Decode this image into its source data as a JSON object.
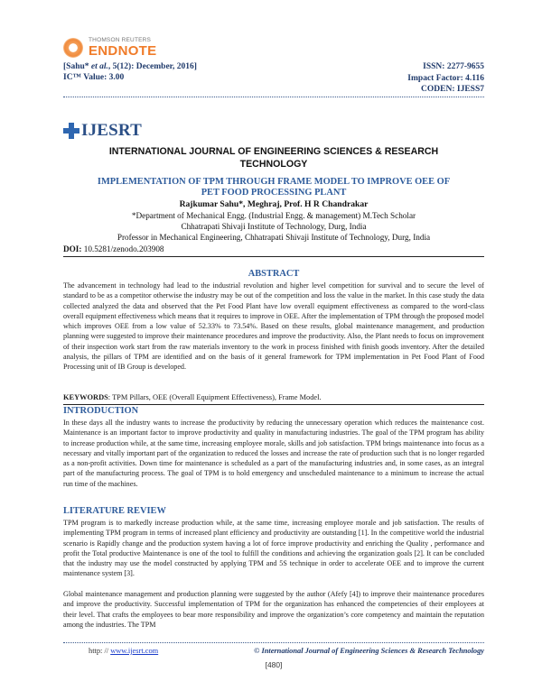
{
  "header": {
    "logo": {
      "top": "THOMSON REUTERS",
      "main": "ENDNOTE",
      "icon": "endnote-ring-icon"
    },
    "citation": "[Sahu* et al., 5(12): December, 2016]",
    "citation_parts": {
      "author": "[Sahu* ",
      "etal": "et al.",
      "rest": ", 5(12): December, 2016]"
    },
    "ic_value": "IC™ Value: 3.00",
    "issn": "ISSN: 2277-9655",
    "impact_factor": "Impact Factor: 4.116",
    "coden": "CODEN: IJESS7"
  },
  "brand": {
    "name": "IJESRT",
    "icon": "plus-cross-icon"
  },
  "journal": {
    "line1": "INTERNATIONAL JOURNAL OF ENGINEERING SCIENCES & RESEARCH",
    "line2": "TECHNOLOGY"
  },
  "article": {
    "title_line1": "IMPLEMENTATION OF TPM THROUGH FRAME MODEL TO IMPROVE OEE OF",
    "title_line2": "PET FOOD PROCESSING PLANT",
    "authors": "Rajkumar Sahu*, Meghraj, Prof. H R Chandrakar",
    "affiliation1": "*Department of Mechanical Engg. (Industrial Engg. & management) M.Tech Scholar",
    "affiliation2": "Chhatrapati Shivaji Institute of Technology, Durg, India",
    "affiliation3": "Professor in Mechanical Engineering, Chhatrapati Shivaji Institute of Technology, Durg, India",
    "doi_label": "DOI:",
    "doi_value": " 10.5281/zenodo.203908"
  },
  "abstract": {
    "heading": "ABSTRACT",
    "text": "The advancement in technology had lead to the industrial revolution and higher level competition for survival and to secure the level of standard to be as a competitor otherwise the industry may be out of the competition and loss the value in the market. In this case study the data collected analyzed the data and observed that the Pet Food Plant have low overall equipment effectiveness as compared to the word-class overall equipment effectiveness which means that it requires to improve in OEE. After the implementation of TPM through the proposed model which improves OEE from a low value of 52.33% to 73.54%. Based on these results, global maintenance management, and production planning were suggested to improve their maintenance procedures and improve the productivity. Also, the Plant needs to focus on improvement of their inspection work start from the raw materials inventory to the work in process finished with finish goods inventory. After the detailed analysis, the pillars of TPM are identified and on the basis of it general framework for TPM implementation in Pet Food Plant of Food Processing unit of IB Group is developed.",
    "keywords_label": "KEYWORDS",
    "keywords": ": TPM Pillars, OEE (Overall Equipment Effectiveness), Frame Model."
  },
  "introduction": {
    "heading": "INTRODUCTION",
    "text": "In these days all the industry wants to increase the productivity by reducing the unnecessary operation which reduces the maintenance cost. Maintenance is an important factor to improve productivity and quality in manufacturing industries. The goal of the TPM program has ability to increase production while, at the same time, increasing employee morale, skills and job satisfaction. TPM brings maintenance into focus as a necessary and vitally important part of the organization to reduced the losses and increase the rate of production such that is no longer regarded as a non-profit activities. Down time for maintenance is scheduled as a part of the manufacturing industries and, in some cases, as an integral part of the manufacturing process. The goal of TPM is to hold emergency and unscheduled maintenance to a minimum to increase the actual run time of the machines."
  },
  "literature_review": {
    "heading": "LITERATURE REVIEW",
    "para1": "TPM program is to markedly increase production while, at the same time, increasing employee morale and job satisfaction. The results of implementing TPM program in terms of increased plant efficiency and productivity are outstanding [1]. In the competitive world the industrial scenario is Rapidly change and the production system having a lot of force improve productivity and enriching the Quality , performance and profit the Total productive Maintenance is one of the tool to fulfill the conditions and achieving the organization goals [2]. It can be concluded that the industry may use the model constructed by applying TPM and 5S technique in order to accelerate OEE and to improve the current maintenance system [3].",
    "para2": "Global maintenance management and production planning were suggested by the author (Afefy [4]) to improve their maintenance procedures and improve the productivity. Successful implementation of TPM for the organization has enhanced the competencies of their employees at their level. That crafts the employees to bear more responsibility and improve the organization’s core competency and maintain the reputation among the industries. The TPM"
  },
  "footer": {
    "url_prefix": "http: // ",
    "url": "www.ijesrt.com",
    "copyright": "© International Journal of Engineering Sciences & Research Technology",
    "page_number": "[480]"
  }
}
